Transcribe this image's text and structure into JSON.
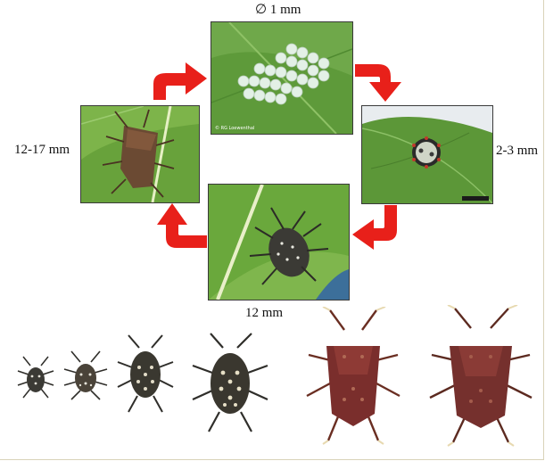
{
  "labels": {
    "eggs_size": "∅ 1 mm",
    "nymph_early_size": "2-3 mm",
    "nymph_late_size": "12 mm",
    "adult_size": "12-17 mm"
  },
  "photos": {
    "eggs_caption": "© RG Loewenthal"
  },
  "colors": {
    "arrow": "#e8201a",
    "leaf": "#5e9a3a",
    "leaf_dark": "#3f7226",
    "egg": "#dfeee2",
    "bug_brown": "#6b4a33",
    "bug_red": "#7a2e2c",
    "bug_nymph": "#3b3a35"
  }
}
